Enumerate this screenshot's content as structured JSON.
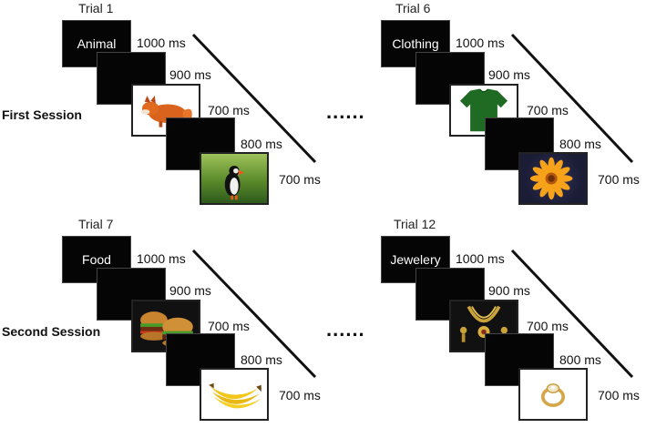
{
  "sessions": [
    {
      "label": "First Session",
      "dots": "......",
      "blocks": [
        {
          "trial": "Trial 1",
          "cue": "Animal",
          "timings": [
            "1000 ms",
            "900 ms",
            "700 ms",
            "800 ms",
            "700 ms"
          ],
          "images": [
            "fox-photo",
            "puffin-photo"
          ]
        },
        {
          "trial": "Trial 6",
          "cue": "Clothing",
          "timings": [
            "1000 ms",
            "900 ms",
            "700 ms",
            "800 ms",
            "700 ms"
          ],
          "images": [
            "green-shirt-photo",
            "orange-flower-photo"
          ]
        }
      ]
    },
    {
      "label": "Second Session",
      "dots": "......",
      "blocks": [
        {
          "trial": "Trial 7",
          "cue": "Food",
          "timings": [
            "1000 ms",
            "900 ms",
            "700 ms",
            "800 ms",
            "700 ms"
          ],
          "images": [
            "burger-photo",
            "banana-photo"
          ]
        },
        {
          "trial": "Trial 12",
          "cue": "Jewelery",
          "timings": [
            "1000 ms",
            "900 ms",
            "700 ms",
            "800 ms",
            "700 ms"
          ],
          "images": [
            "necklace-photo",
            "ring-photo"
          ]
        }
      ]
    }
  ],
  "colors": {
    "frame": "#050505",
    "text": "#111111",
    "background": "#ffffff"
  }
}
